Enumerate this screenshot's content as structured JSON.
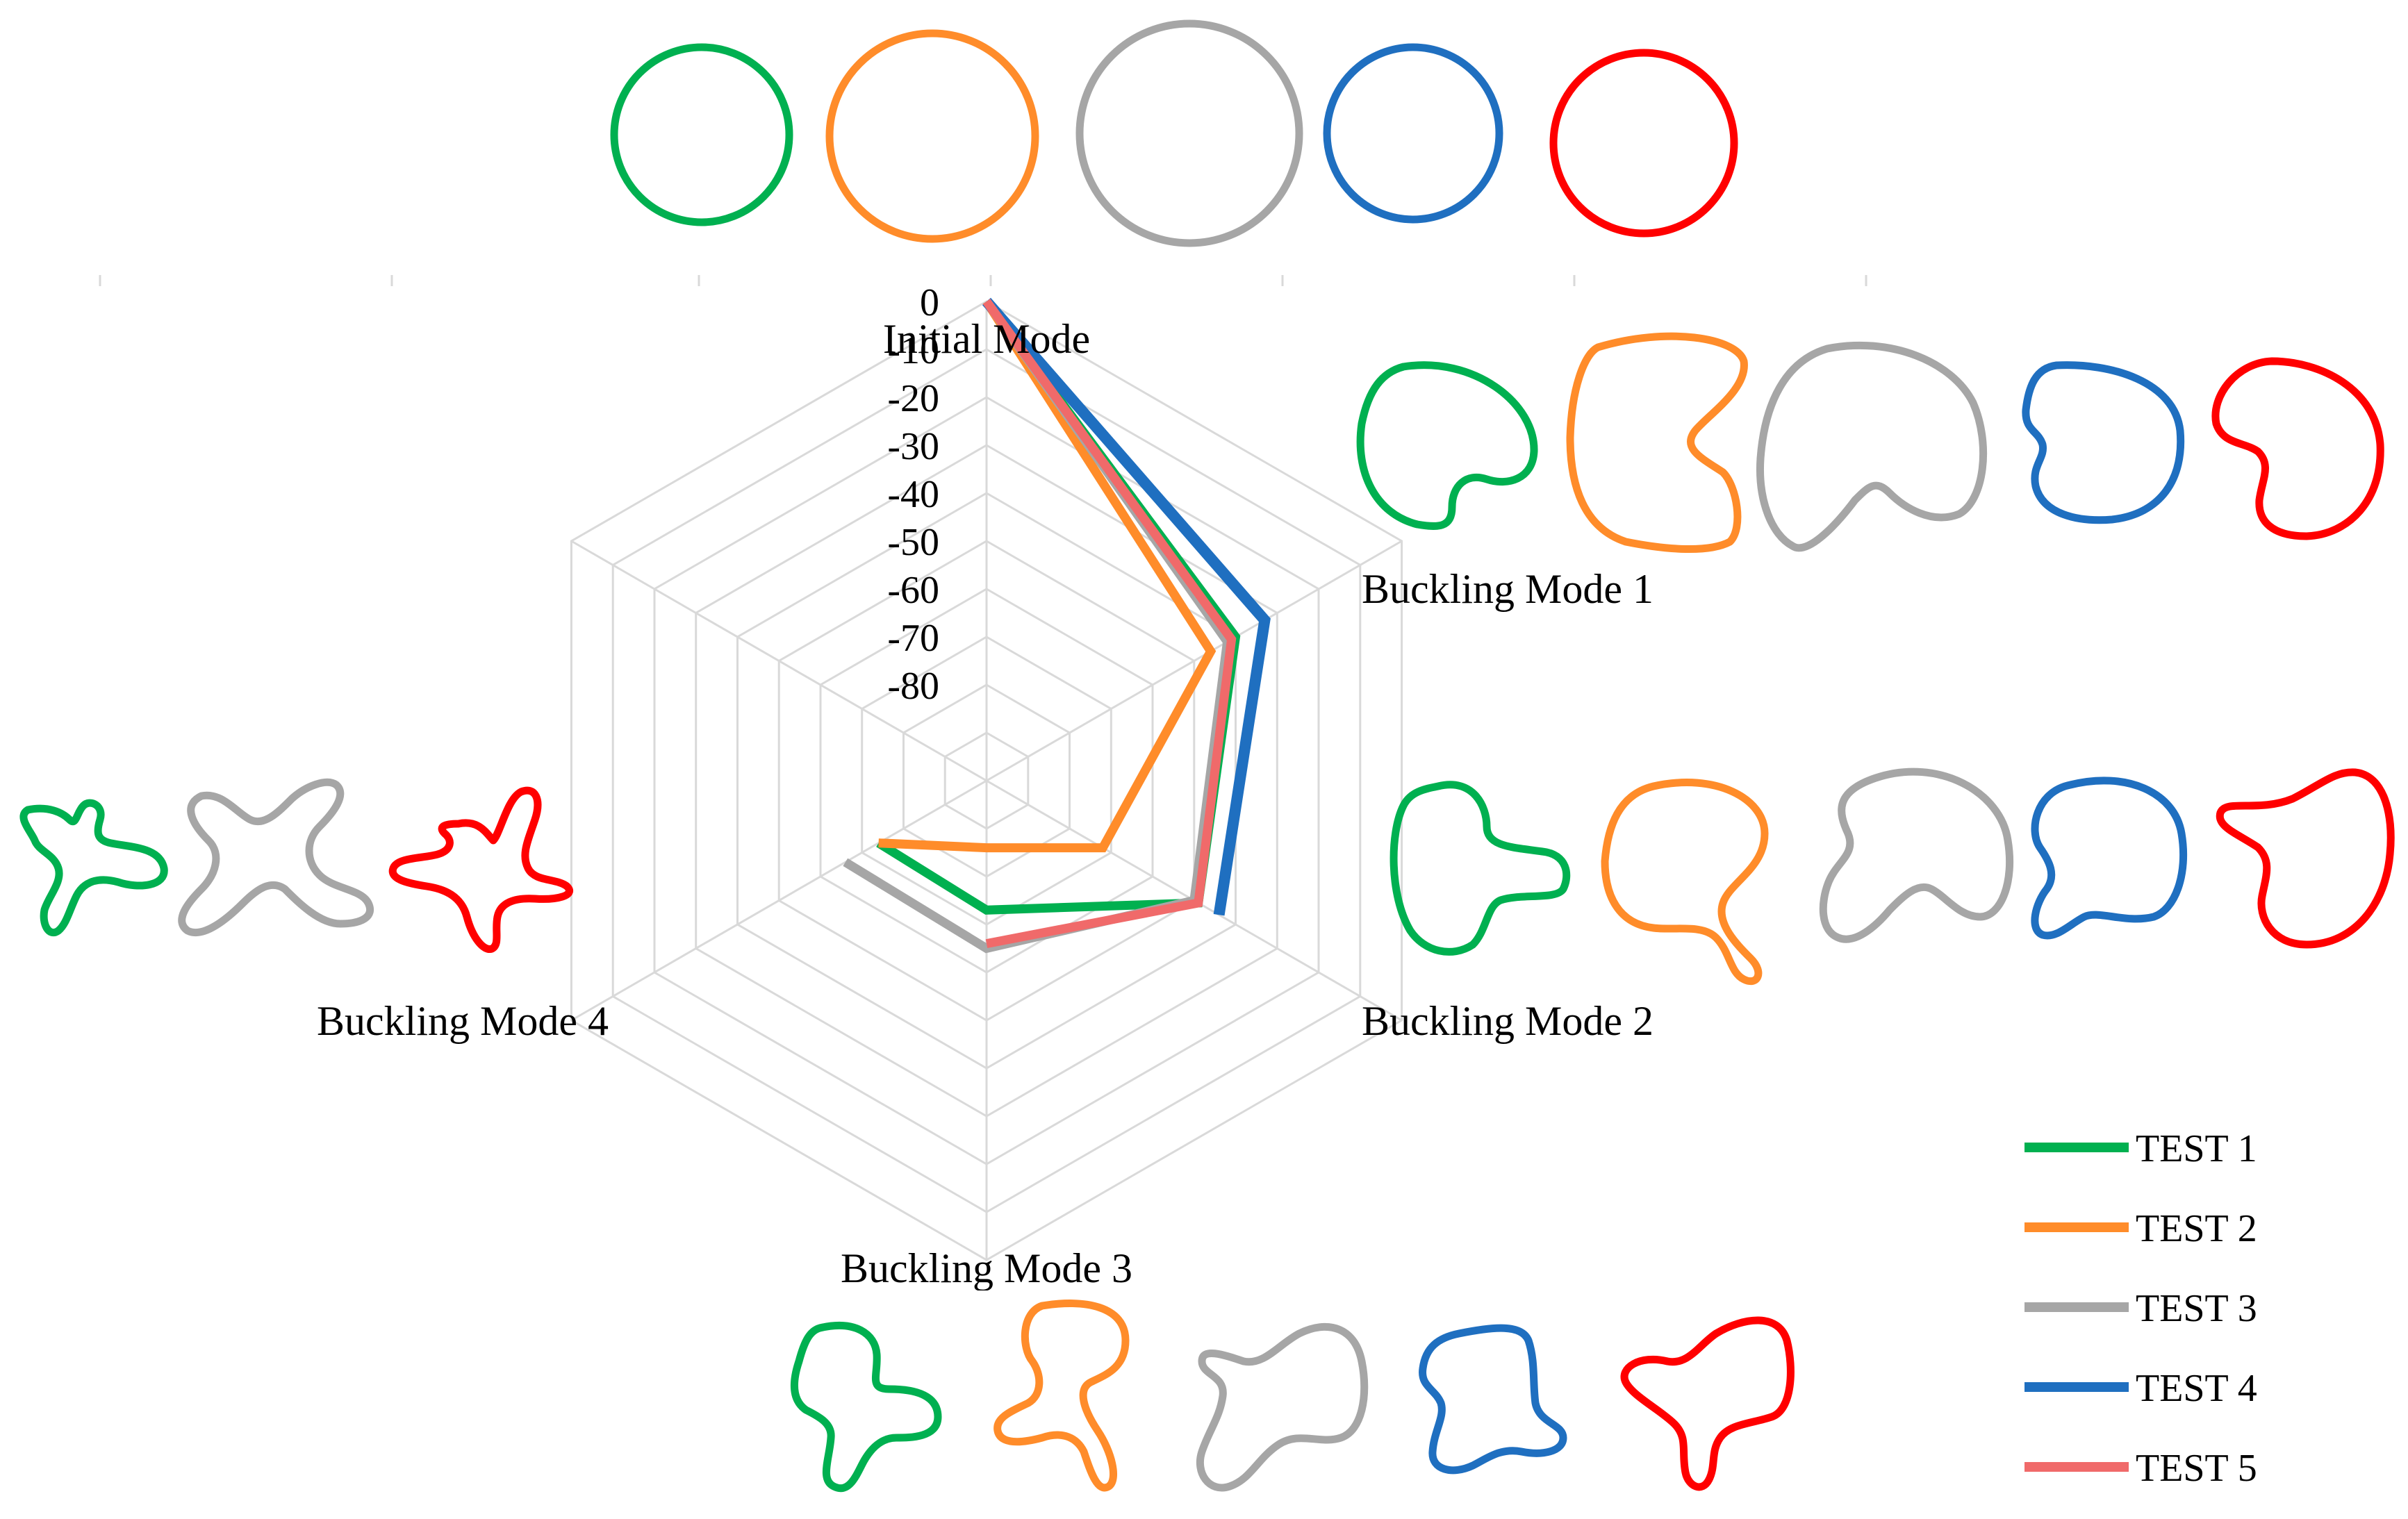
{
  "chart_data": {
    "type": "radar",
    "axes": [
      "Initial Mode",
      "Buckling Mode 1",
      "Buckling Mode 2",
      "Buckling Mode 3",
      "Buckling Mode 4"
    ],
    "tick_labels": [
      "0",
      "-10",
      "-20",
      "-30",
      "-40",
      "-50",
      "-60",
      "-70",
      "-80"
    ],
    "rlim": [
      -100,
      0
    ],
    "grid": true,
    "legend_placement": "bottom-right",
    "series": [
      {
        "name": "TEST 1",
        "color": "#00b050",
        "values": [
          0,
          -40,
          -49,
          -73,
          -74
        ]
      },
      {
        "name": "TEST 2",
        "color": "#ff8c2a",
        "values": [
          0,
          -46,
          -72,
          -86,
          -74
        ]
      },
      {
        "name": "TEST 3",
        "color": "#a6a6a6",
        "values": [
          0,
          -42,
          -50,
          -65,
          -66
        ]
      },
      {
        "name": "TEST 4",
        "color": "#1f6fc0",
        "values": [
          0,
          -33,
          -44
        ]
      },
      {
        "name": "TEST 5",
        "color": "#f06a6a",
        "values": [
          0,
          -41,
          -49,
          -66
        ]
      }
    ]
  },
  "shapes": {
    "initial": [
      "circle",
      "circle",
      "circle",
      "circle",
      "circle"
    ],
    "mode1": [
      "kidney",
      "kidney",
      "kidney",
      "kidney",
      "kidney"
    ],
    "mode2": [
      "lobed",
      "lobed",
      "lobed",
      "lobed",
      "lobed"
    ],
    "mode3": [
      "lobed",
      "lobed",
      "lobed",
      "lobed",
      "lobed"
    ],
    "mode4": [
      "star",
      "star",
      "star"
    ]
  }
}
